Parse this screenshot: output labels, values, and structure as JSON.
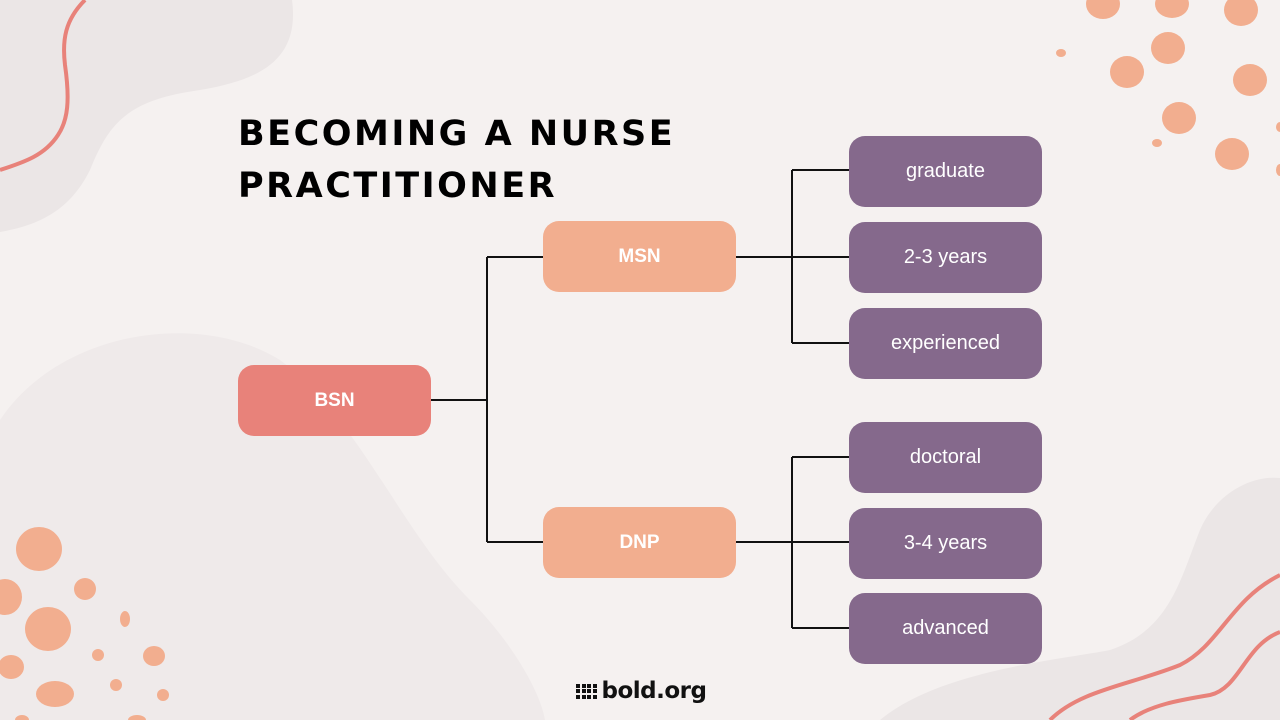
{
  "title": {
    "line1": "BECOMING A NURSE",
    "line2": "PRACTITIONER"
  },
  "diagram": {
    "root": {
      "label": "BSN",
      "color": "#e8827a"
    },
    "branches": [
      {
        "label": "MSN",
        "color": "#f2ae8f",
        "children": [
          {
            "label": "graduate"
          },
          {
            "label": "2-3 years"
          },
          {
            "label": "experienced"
          }
        ]
      },
      {
        "label": "DNP",
        "color": "#f2ae8f",
        "children": [
          {
            "label": "doctoral"
          },
          {
            "label": "3-4 years"
          },
          {
            "label": "advanced"
          }
        ]
      }
    ],
    "leaf_color": "#85698c",
    "connector_color": "#111111"
  },
  "footer": {
    "logo_text": "bold.org",
    "logo_icon": "grid-dots-icon"
  },
  "colors": {
    "background": "#f5f1f0",
    "blob": "#ebe6e6",
    "accent_coral": "#e8827a",
    "accent_peach": "#f2ae8f",
    "accent_purple": "#85698c"
  }
}
